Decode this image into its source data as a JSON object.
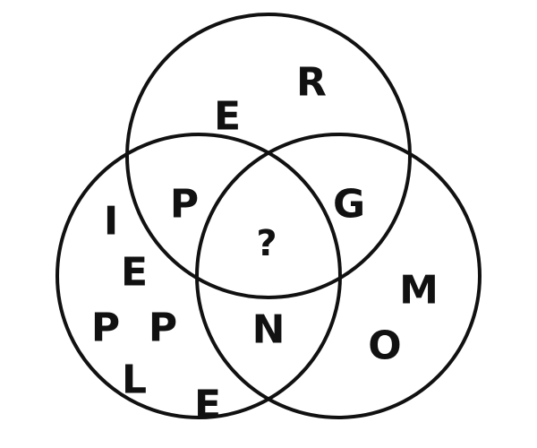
{
  "diagram": {
    "type": "venn-3",
    "ink_color": "#111111",
    "background_color": "#ffffff",
    "regions": {
      "top_only": [
        "R",
        "E"
      ],
      "left_only": [
        "I",
        "E",
        "P",
        "P",
        "L",
        "E"
      ],
      "right_only": [
        "M",
        "O"
      ],
      "top_left": [
        "P"
      ],
      "top_right": [
        "G"
      ],
      "left_right": [
        "N"
      ],
      "center": [
        "?"
      ]
    }
  }
}
